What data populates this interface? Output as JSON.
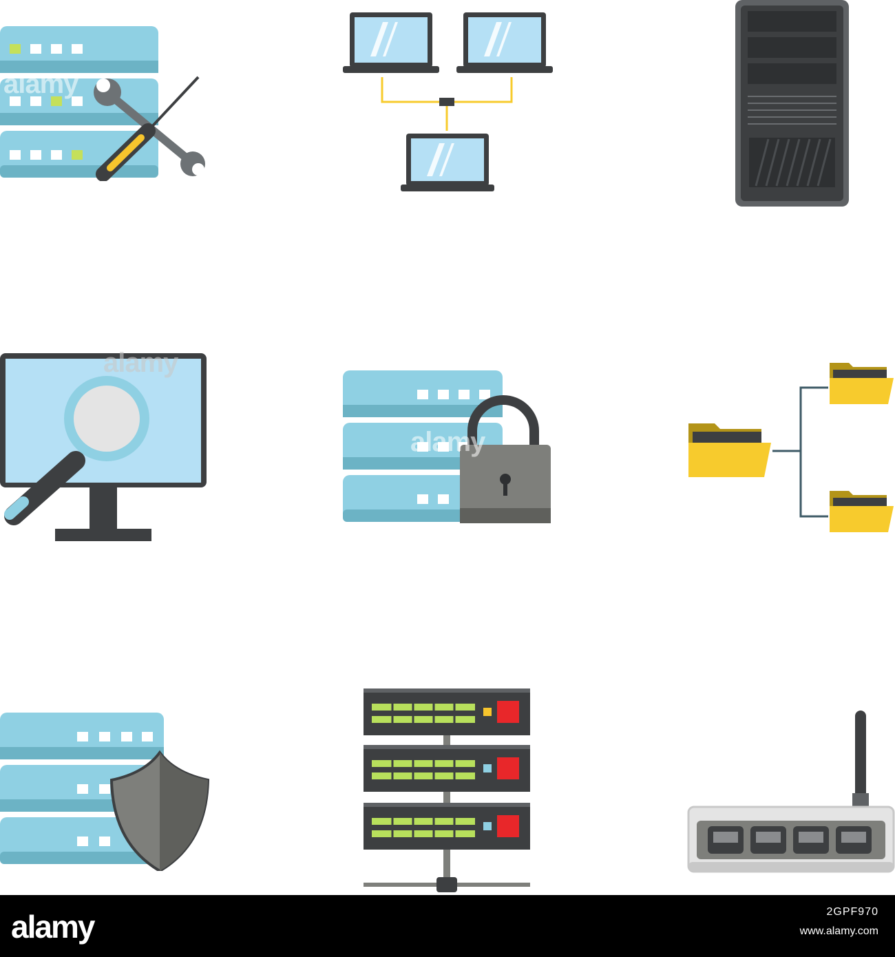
{
  "watermark": {
    "text": "alamy"
  },
  "footer": {
    "logo": "alamy",
    "image_id": "2GPF970",
    "site": "www.alamy.com"
  },
  "colors": {
    "server_blue": "#8fd0e3",
    "server_dark": "#6cb3c5",
    "screen_blue": "#b5e0f5",
    "dark_gray": "#3d3f41",
    "folder_yellow": "#f7cb2d",
    "led_green": "#b8e05c",
    "led_red": "#e8272a",
    "footer_bg": "#000000"
  },
  "icons": [
    {
      "name": "server-maintenance-icon"
    },
    {
      "name": "laptop-network-icon"
    },
    {
      "name": "server-tower-icon"
    },
    {
      "name": "monitor-search-icon"
    },
    {
      "name": "server-lock-icon"
    },
    {
      "name": "folder-tree-icon"
    },
    {
      "name": "server-shield-icon"
    },
    {
      "name": "server-rack-icon"
    },
    {
      "name": "wifi-router-icon"
    }
  ]
}
